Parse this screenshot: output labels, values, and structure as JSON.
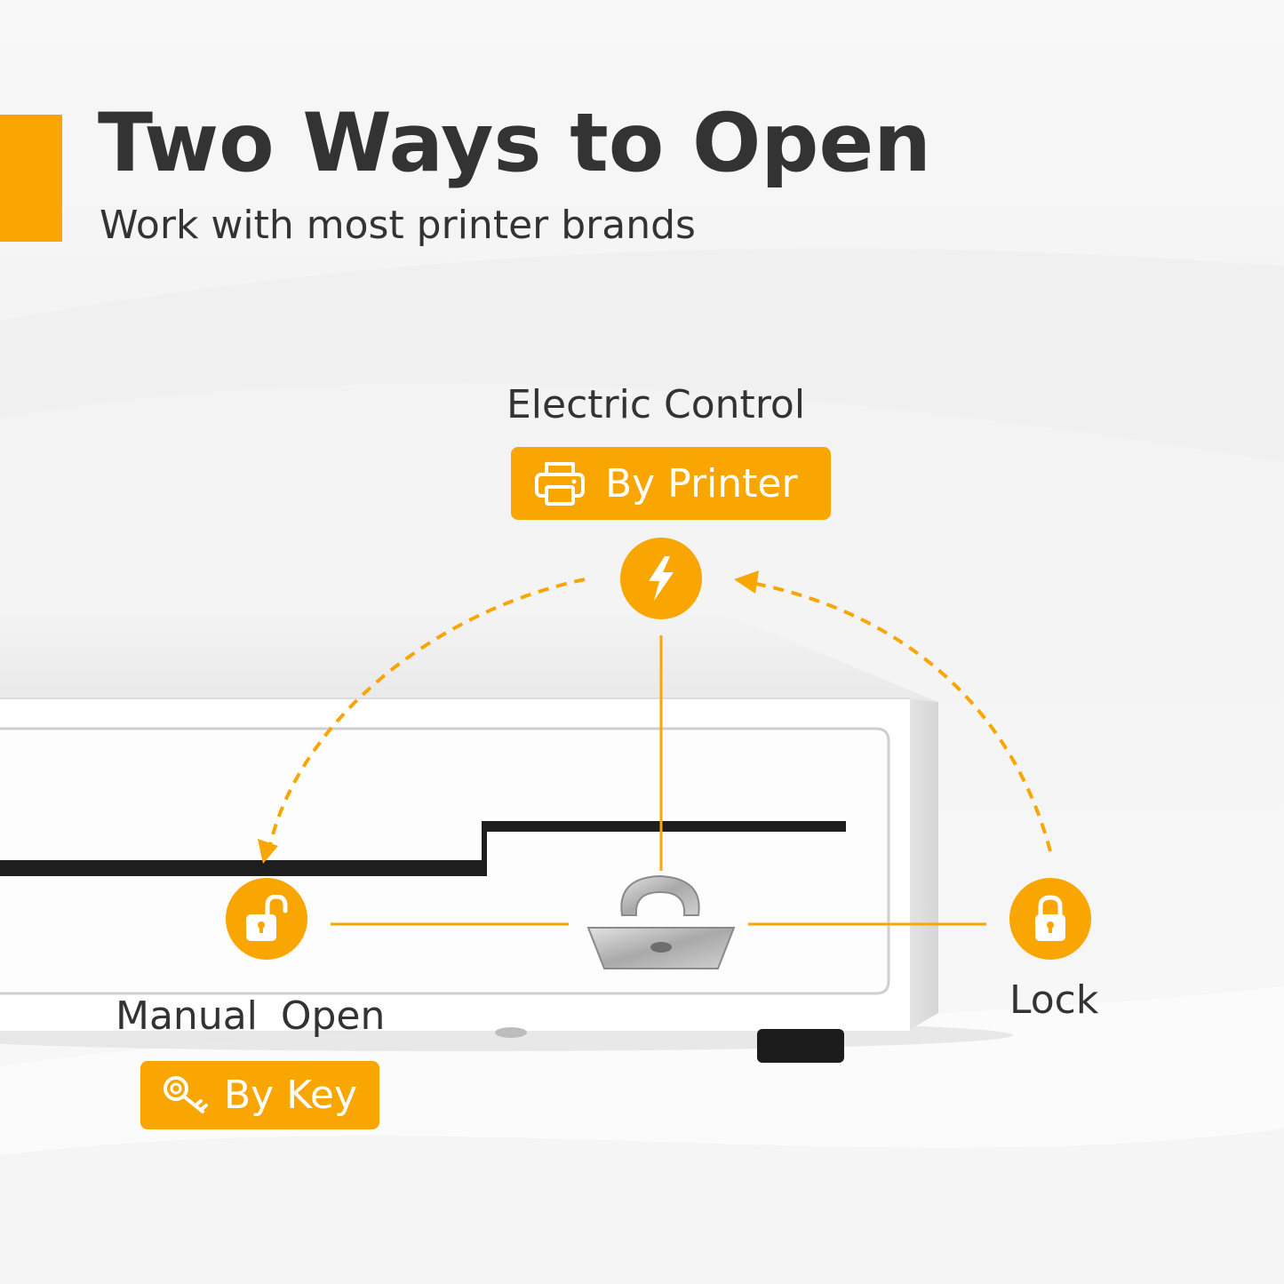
{
  "header": {
    "title": "Two Ways to Open",
    "subtitle": "Work with most printer brands"
  },
  "electric": {
    "caption": "Electric Control",
    "button_label": "By Printer",
    "icon": "printer-icon",
    "badge_icon": "lightning-bolt-icon"
  },
  "manual": {
    "caption": "Manual  Open",
    "button_label": "By Key",
    "icon": "key-icon",
    "badge_icon": "unlocked-padlock-icon"
  },
  "lock": {
    "caption": "Lock",
    "badge_icon": "locked-padlock-icon"
  },
  "colors": {
    "accent": "#f9a602",
    "text": "#333333",
    "background": "#f6f6f6",
    "drawer": "#ffffff"
  }
}
